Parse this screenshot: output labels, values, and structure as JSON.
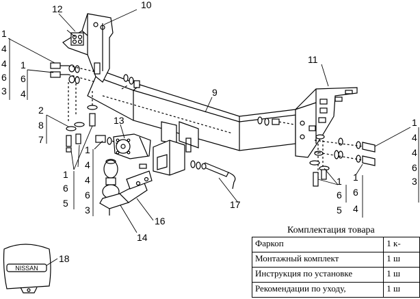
{
  "diagram": {
    "part_numbers": [
      {
        "id": "c12",
        "text": "12"
      },
      {
        "id": "c10",
        "text": "10"
      },
      {
        "id": "c11",
        "text": "11"
      },
      {
        "id": "c9",
        "text": "9"
      },
      {
        "id": "c13",
        "text": "13"
      },
      {
        "id": "c17",
        "text": "17"
      },
      {
        "id": "c16",
        "text": "16"
      },
      {
        "id": "c14",
        "text": "14"
      },
      {
        "id": "c18",
        "text": "18"
      }
    ],
    "left_stack_top": [
      "1",
      "4",
      "4",
      "1",
      "6",
      "3"
    ],
    "left_stack_lower": [
      "2",
      "8",
      "7"
    ],
    "left_stack_bottom": [
      "1",
      "6",
      "5"
    ],
    "mid_stack": [
      "1",
      "4",
      "4",
      "6",
      "3"
    ],
    "right_stack_top": [
      "1",
      "4",
      "4",
      "6",
      "3"
    ],
    "right_stack_mid": [
      "1",
      "6",
      "4"
    ],
    "right_stack_bottom": [
      "1",
      "6",
      "5"
    ],
    "cover_logo": "NISSAN"
  },
  "contents": {
    "title": "Комплектация товара",
    "rows": [
      {
        "item": "Фаркоп",
        "qty": "1 к-"
      },
      {
        "item": "Монтажный комплект",
        "qty": "1 ш"
      },
      {
        "item": "Инструкция по установке",
        "qty": "1 ш"
      },
      {
        "item": "Рекомендации по уходу,",
        "qty": "1 ш"
      }
    ]
  }
}
